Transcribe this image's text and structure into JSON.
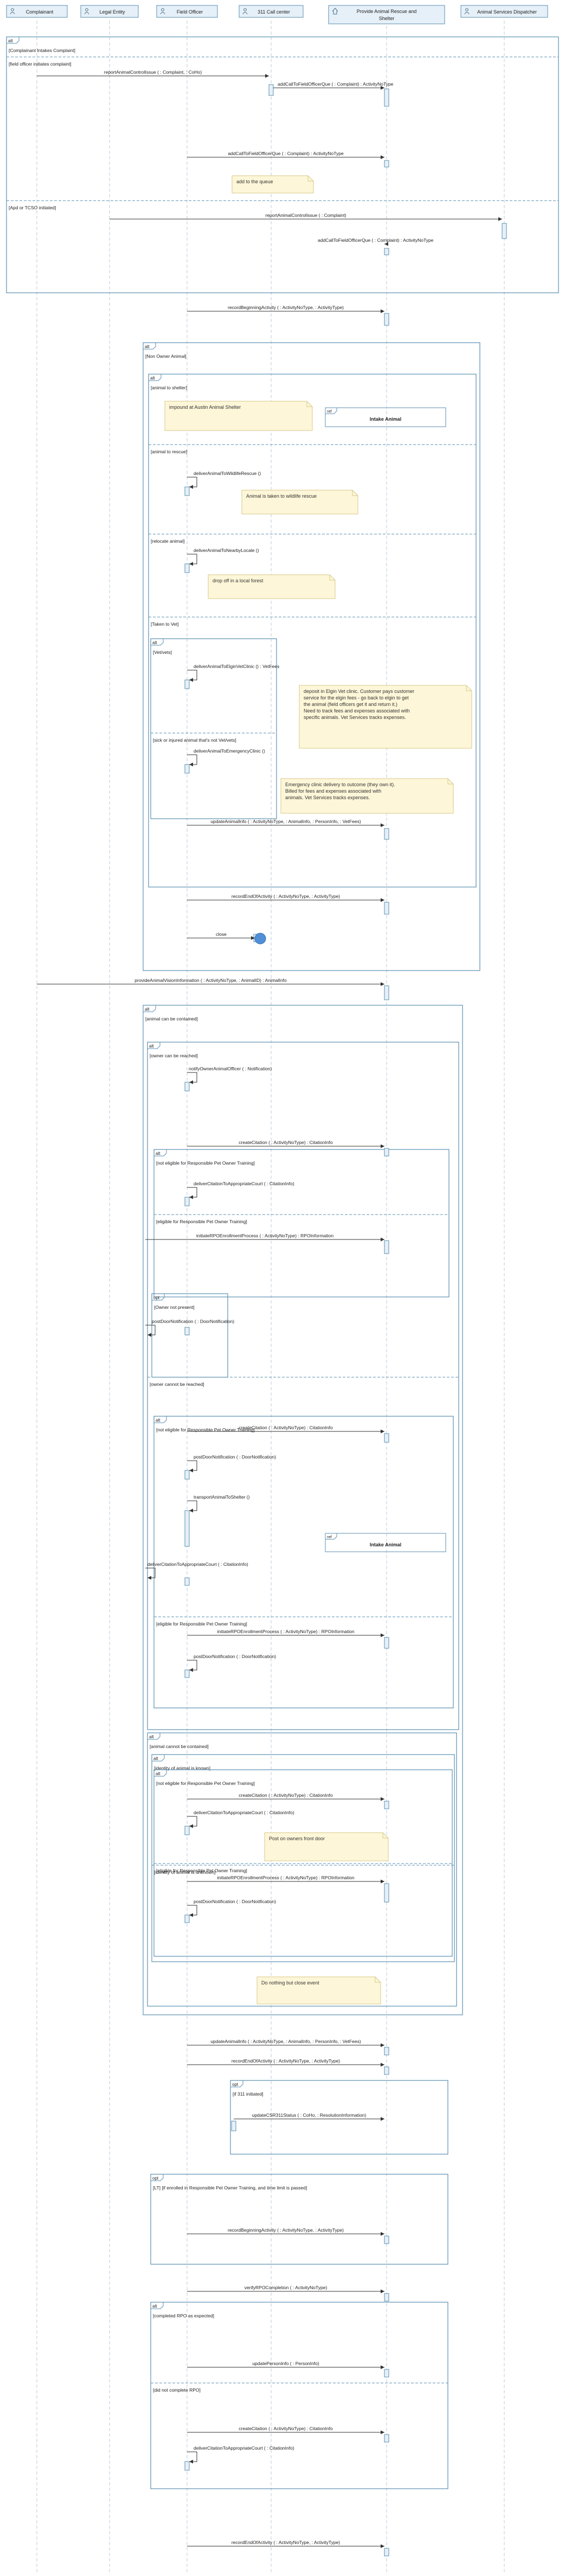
{
  "participants": [
    {
      "name": "Complainant",
      "icon": "person-icon"
    },
    {
      "name": "Legal Entity",
      "icon": "person-icon"
    },
    {
      "name": "Field Officer",
      "icon": "person-icon"
    },
    {
      "name": "311 Call center",
      "icon": "person-icon"
    },
    {
      "name": "Provide Animal Rescue and Shelter",
      "icon": "home-icon"
    },
    {
      "name": "Animal Services Dispatcher",
      "icon": "person-icon"
    }
  ],
  "frames": {
    "f1": {
      "tag": "alt",
      "guards": [
        "[Complainant Intakes Complaint]",
        "[field officer initiates complaint]",
        "[Apd or TCSO initiated]"
      ]
    },
    "f2": {
      "tag": "alt",
      "guards": [
        "[Non Owner Animal]"
      ]
    },
    "f3": {
      "tag": "alt",
      "guards": [
        "[animal to shelter]",
        "[animal to rescue]",
        "[relocate animal]",
        "[Taken to Vet]"
      ]
    },
    "f4": {
      "tag": "alt",
      "guards": [
        "[Vet/vets]",
        "[sick or injured animal that's not Vet/vets]"
      ]
    },
    "f5": {
      "tag": "alt",
      "guards": [
        "[animal can be contained]"
      ]
    },
    "f6": {
      "tag": "alt",
      "guards": [
        "[owner can be reached]",
        "[owner cannot be reached]"
      ]
    },
    "f7": {
      "tag": "alt",
      "guards": [
        "[not eligible for Responsible Pet Owner Training]",
        "[eligible for Responsible Pet Owner Training]"
      ]
    },
    "f8": {
      "tag": "opt",
      "guards": [
        "[Owner not present]"
      ]
    },
    "f9": {
      "tag": "alt",
      "guards": [
        "[not eligible for Responsible Pet Owner Training]",
        "[eligible for Responsible Pet Owner Training]"
      ]
    },
    "f10": {
      "tag": "alt",
      "guards": [
        "[animal cannot be contained]"
      ]
    },
    "f11": {
      "tag": "alt",
      "guards": [
        "[identity of animal is known]",
        "[identity of animal is unknown]"
      ]
    },
    "f12": {
      "tag": "alt",
      "guards": [
        "[not eligible for Responsible Pet Owner Training]",
        "[eligible for Responsible Pet Owner Training]"
      ]
    },
    "f13": {
      "tag": "opt",
      "guards": [
        "[if 311 initiated]"
      ]
    },
    "f14": {
      "tag": "opt",
      "guards": [
        "[LT] [if enrolled in Responsible Pet Owner Training, and time limit is passed]"
      ]
    },
    "f15": {
      "tag": "alt",
      "guards": [
        "[completed RPO as expected]",
        "[did not complete RPO]"
      ]
    }
  },
  "ref_labels": {
    "intake_animal_1": "Intake Animal",
    "intake_animal_2": "Intake Animal"
  },
  "notes": {
    "n1": "add to the queue",
    "n2": "impound at Austin Animal Shelter",
    "n3": "Animal is taken to wildlife rescue",
    "n4": "drop off in a local forest",
    "n5": "deposit in Elgin Vet clinic. Customer pays customer service for the elgin fees - go back to elgin to get the animal (field officers get it and return it.) Need to track fees and expenses associated with specific animals. Vet Services tracks expenses.",
    "n6": "Emergency clinic delivery to outcome (they own it). Billed for fees and expenses associated with animals. Vet Services tracks expenses.",
    "n7": "Post on owners front door",
    "n8": "Do nothing but close event"
  },
  "messages": {
    "m1": "reportAnimalControlIssue ( : Complaint, : CoHo)",
    "m2": "addCallToFieldOfficerQue ( : Complaint) : ActivityNoType",
    "m3": "addCallToFieldOfficerQue ( : Complaint) : ActivityNoType",
    "m4": "reportAnimalControlIssue ( : Complaint)",
    "m5": "addCallToFieldOfficerQue ( : Complaint) : ActivityNoType",
    "m6": "recordBeginningActivity ( : ActivityNoType, : ActivityType)",
    "m7": "deliverAnimalToWildlifeRescue ()",
    "m8": "deliverAnimalToNearbyLocale ()",
    "m9": "deliverAnimalToElginVetClinic () : VetFees",
    "m10": "deliverAnimalToEmergencyClinic ()",
    "m11": "updateAnimalInfo ( : ActivityNoType, : AnimalInfo, : PersonInfo, : VetFees)",
    "m12": "recordEndOfActivity ( : ActivityNoType, : ActivityType)",
    "m13": "close",
    "m14": "provideAnimalVisionInformation ( : ActivityNoType, : AnimalID) : AnimalInfo",
    "m15": "notifyOwnerAnimalOfficer ( : Notification)",
    "m16": "createCitation ( : ActivityNoType) : CitationInfo",
    "m17": "deliverCitationToAppropriateCourt ( : CitationInfo)",
    "m18": "initiateRPOEnrollmentProcess ( : ActivityNoType) : RPOInformation",
    "m19": "postDoorNotification ( : DoorNotification)",
    "m20": "createCitation ( : ActivityNoType) : CitationInfo",
    "m21": "postDoorNotification ( : DoorNotification)",
    "m22": "transportAnimalToShelter ()",
    "m23": "deliverCitationToAppropriateCourt ( : CitationInfo)",
    "m24": "initiateRPOEnrollmentProcess ( : ActivityNoType) : RPOInformation",
    "m25": "postDoorNotification ( : DoorNotification)",
    "m26": "createCitation ( : ActivityNoType) : CitationInfo",
    "m27": "deliverCitationToAppropriateCourt ( : CitationInfo)",
    "m28": "initiateRPOEnrollmentProcess ( : ActivityNoType) : RPOInformation",
    "m29": "postDoorNotification ( : DoorNotification)",
    "m30": "updateAnimalInfo ( : ActivityNoType, : AnimalInfo, : PersonInfo, : VetFees)",
    "m31": "recordEndOfActivity ( : ActivityNoType, : ActivityType)",
    "m32": "updateCSR311Status ( : CoHo, : ResolutionInformation)",
    "m33": "recordBeginningActivity ( : ActivityNoType, : ActivityType)",
    "m34": "verifyRPOCompletion ( : ActivityNoType)",
    "m35": "updatePersonInfo ( : PersonInfo)",
    "m36": "createCitation ( : ActivityNoType) : CitationInfo",
    "m37": "deliverCitationToAppropriateCourt ( : CitationInfo)",
    "m38": "recordEndOfActivity ( : ActivityNoType, : ActivityType)"
  },
  "colors": {
    "frame": "#5b8fb0",
    "header_fill": "#e6f0f8",
    "note_fill": "#fdf6d8",
    "note_border": "#d8c98a",
    "lifeline": "#b9cbd8",
    "terminal": "#4f8fd8"
  }
}
